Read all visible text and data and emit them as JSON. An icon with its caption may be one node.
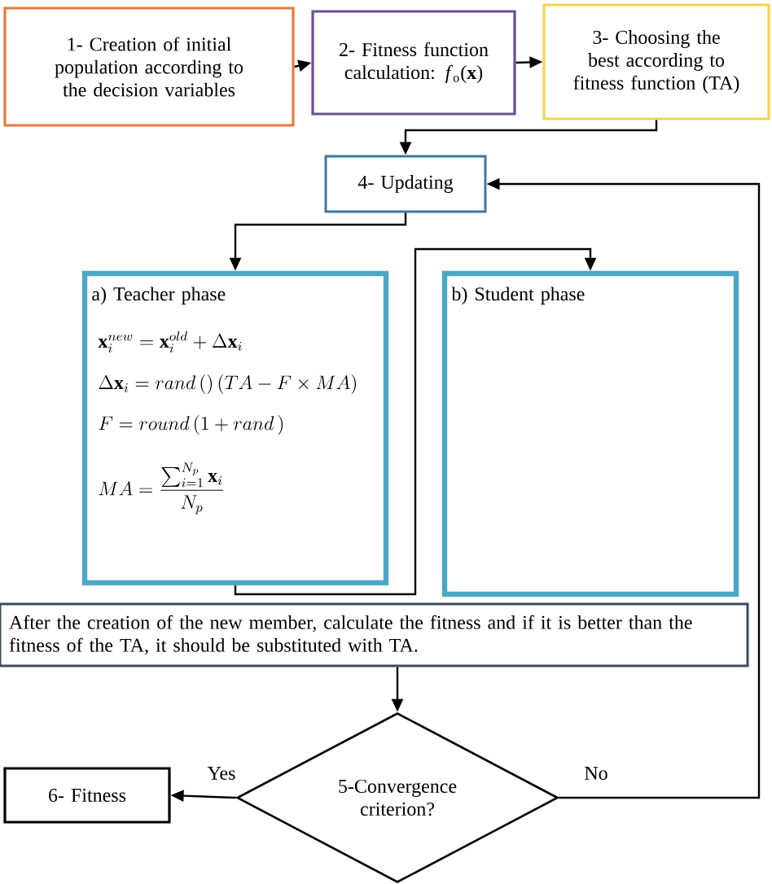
{
  "diagram": {
    "nodes": [
      {
        "text": [
          "1- Creation of initial population according to the decision variables"
        ]
      },
      {
        "text": [
          "2- Fitness function calculation: *f*$_{o}$(**x**)"
        ]
      },
      {
        "text": [
          "3- Choosing the best according to fitness function (TA)"
        ]
      },
      {
        "text": [
          "4- Updating"
        ]
      },
      {
        "text": [
          "a) Teacher phase",
          "\\mathbf{x}_i^{new} = \\mathbf{x}_i^{old} + \\Delta\\mathbf{x}_i",
          "\\Delta\\mathbf{x}_i = rand\\,()\\left(TA - F \\times MA\\right)",
          "F = round\\,(1 + rand\\,)",
          "MA = \\frac{\\sum_{i=1}^{N_p}\\mathbf{x}_i}{N_p}"
        ]
      },
      {
        "text": [
          "b) Student phase"
        ]
      },
      {
        "text": [
          "After the creation of the new member, calculate the fitness and if it is better than the fitness of the TA, it should be substituted with TA."
        ]
      },
      {
        "text": [
          "5-Convergence criterion?"
        ]
      },
      {
        "text": [
          "6- Fitness"
        ]
      }
    ],
    "edges": [
      {
        "from": 0,
        "to": 1,
        "arrow": "to"
      },
      {
        "from": 1,
        "to": 2,
        "arrow": "to"
      },
      {
        "from": 2,
        "to": 3,
        "arrow": "to"
      },
      {
        "from": 3,
        "to": 4,
        "arrow": "to"
      },
      {
        "from": 4,
        "to": 5,
        "arrow": "to"
      },
      {
        "from": 6,
        "to": 7,
        "arrow": "to"
      },
      {
        "from": 7,
        "to": 8,
        "label": "Yes",
        "arrow": "to"
      },
      {
        "from": 7,
        "to": 3,
        "label": "No",
        "arrow": "to"
      }
    ]
  }
}
